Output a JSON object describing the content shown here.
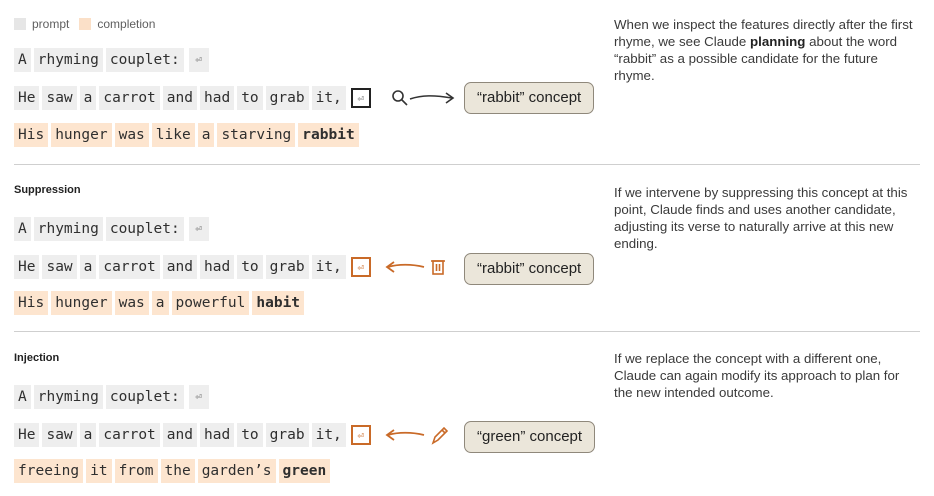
{
  "legend": {
    "prompt": "prompt",
    "completion": "completion"
  },
  "return_glyph": "⏎",
  "sections": [
    {
      "title": "",
      "prompt_line1": [
        "A",
        "rhyming",
        "couplet:"
      ],
      "prompt_line2": [
        "He",
        "saw",
        "a",
        "carrot",
        "and",
        "had",
        "to",
        "grab",
        "it,"
      ],
      "completion": {
        "words": [
          "His",
          "hunger",
          "was",
          "like",
          "a",
          "starving"
        ],
        "final": "rabbit"
      },
      "concept": "“rabbit” concept",
      "tool_icon": "magnifier-icon",
      "desc_before": "When we inspect the features directly after the first rhyme, we see Claude ",
      "desc_bold": "planning",
      "desc_after": " about the word “rabbit” as a possible candidate for the future rhyme."
    },
    {
      "title": "Suppression",
      "prompt_line1": [
        "A",
        "rhyming",
        "couplet:"
      ],
      "prompt_line2": [
        "He",
        "saw",
        "a",
        "carrot",
        "and",
        "had",
        "to",
        "grab",
        "it,"
      ],
      "completion": {
        "words": [
          "His",
          "hunger",
          "was",
          "a",
          "powerful"
        ],
        "final": "habit"
      },
      "concept": "“rabbit” concept",
      "tool_icon": "trash-icon",
      "desc": "If we intervene by suppressing this concept at this point, Claude finds and uses another candidate, adjusting its verse to naturally arrive at this new ending."
    },
    {
      "title": "Injection",
      "prompt_line1": [
        "A",
        "rhyming",
        "couplet:"
      ],
      "prompt_line2": [
        "He",
        "saw",
        "a",
        "carrot",
        "and",
        "had",
        "to",
        "grab",
        "it,"
      ],
      "completion": {
        "words": [
          "freeing",
          "it",
          "from",
          "the",
          "garden’s"
        ],
        "final": "green"
      },
      "concept": "“green” concept",
      "tool_icon": "pencil-icon",
      "desc": "If we replace the concept with a different one, Claude can again modify its approach to plan for the new intended outcome."
    }
  ],
  "colors": {
    "accent": "#c96a28",
    "prompt_bg": "#eeeeee",
    "completion_bg": "#fde5cf",
    "concept_bg": "#ebe6da"
  }
}
